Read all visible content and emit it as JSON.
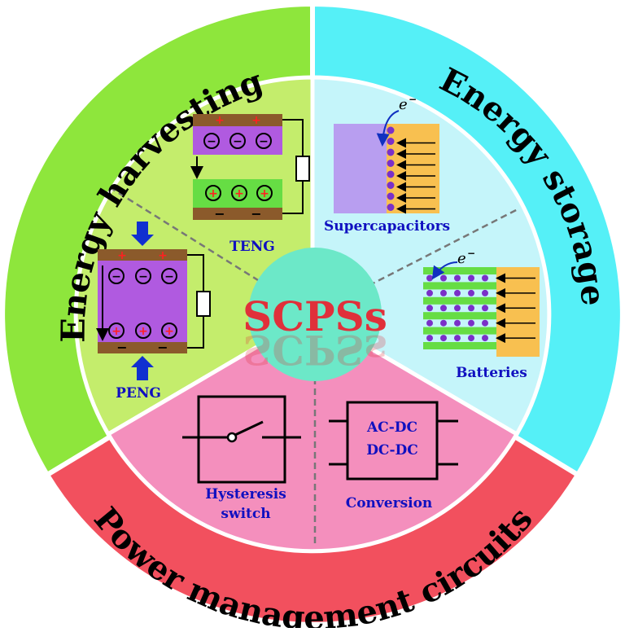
{
  "title": "SCPSs",
  "sections": {
    "harvesting": {
      "title": "Energy harvesting",
      "color": "#8ee63c",
      "inner_color": "#c4ed6c"
    },
    "storage": {
      "title": "Energy storage",
      "color": "#55f0f7",
      "inner_color": "#c5f5fa"
    },
    "power": {
      "title": "Power management circuits",
      "color": "#f2505e",
      "inner_color": "#f48fbd"
    }
  },
  "labels": {
    "teng": "TENG",
    "peng": "PENG",
    "supercapacitors": "Supercapacitors",
    "batteries": "Batteries",
    "electron": "e",
    "electron_sup": "−",
    "hysteresis_line1": "Hysteresis",
    "hysteresis_line2": "switch",
    "conversion": "Conversion",
    "acdc": "AC-DC",
    "dcdc": "DC-DC"
  },
  "signs": {
    "plus": "+",
    "minus": "−"
  },
  "colors": {
    "center_circle": "#6ce8c8",
    "title_text": "#e0303a",
    "label_text": "#1010c0",
    "brown_plate": "#8b5a2b",
    "purple_layer": "#b05ae0",
    "green_layer": "#66dd44",
    "orange_electrode": "#f8c050",
    "lavender_electrode": "#b89ef0",
    "dots": "#7a30c8"
  }
}
